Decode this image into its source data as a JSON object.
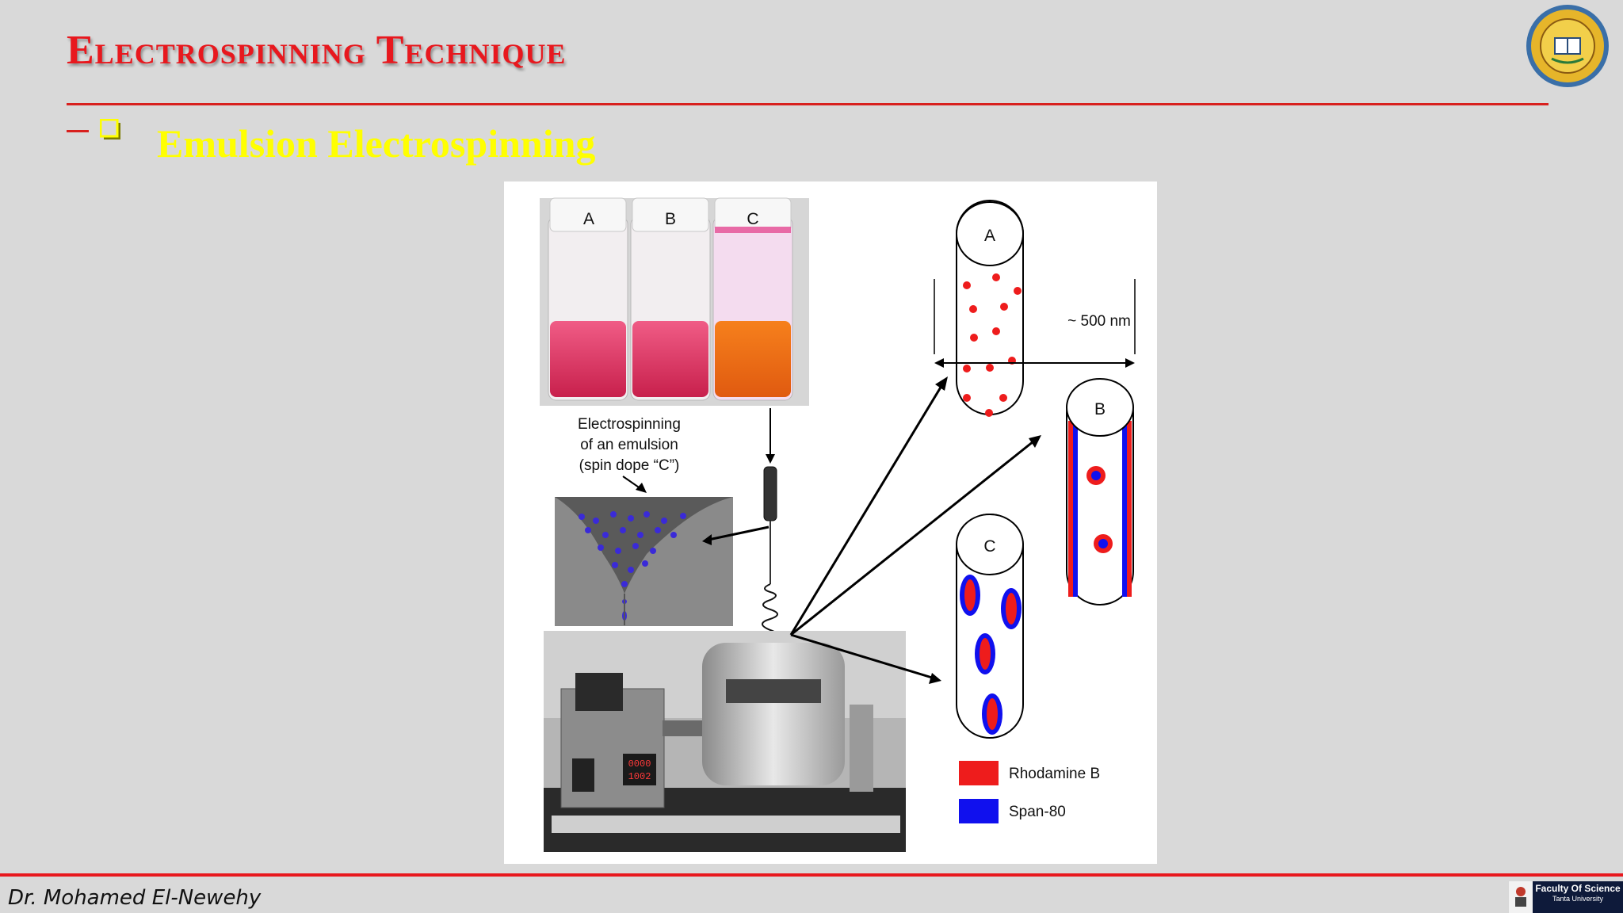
{
  "slide": {
    "title": "Electrospinning Technique",
    "subtitle": "Emulsion Electrospinning"
  },
  "figure": {
    "vial_labels": [
      "A",
      "B",
      "C"
    ],
    "caption_lines": [
      "Electrospinning",
      "of an emulsion",
      "(spin dope “C”)"
    ],
    "fiber_labels": {
      "a": "A",
      "b": "B",
      "c": "C"
    },
    "dimension_label": "~ 500 nm",
    "legend": [
      {
        "label": "Rhodamine B",
        "color": "#ee1c1c"
      },
      {
        "label": "Span-80",
        "color": "#1010ee"
      }
    ],
    "device_display": [
      "0000",
      "1002"
    ]
  },
  "footer": {
    "author": "Dr. Mohamed El-Newehy",
    "badge_line1": "Faculty Of Science",
    "badge_line2": "Tanta University"
  },
  "colors": {
    "title": "#e8181e",
    "subtitle": "#ffff00",
    "rule": "#d8201e",
    "background": "#d9d9d9"
  },
  "icons": [
    "checkbox-bullet-icon",
    "university-seal-logo",
    "faculty-badge-icon"
  ]
}
